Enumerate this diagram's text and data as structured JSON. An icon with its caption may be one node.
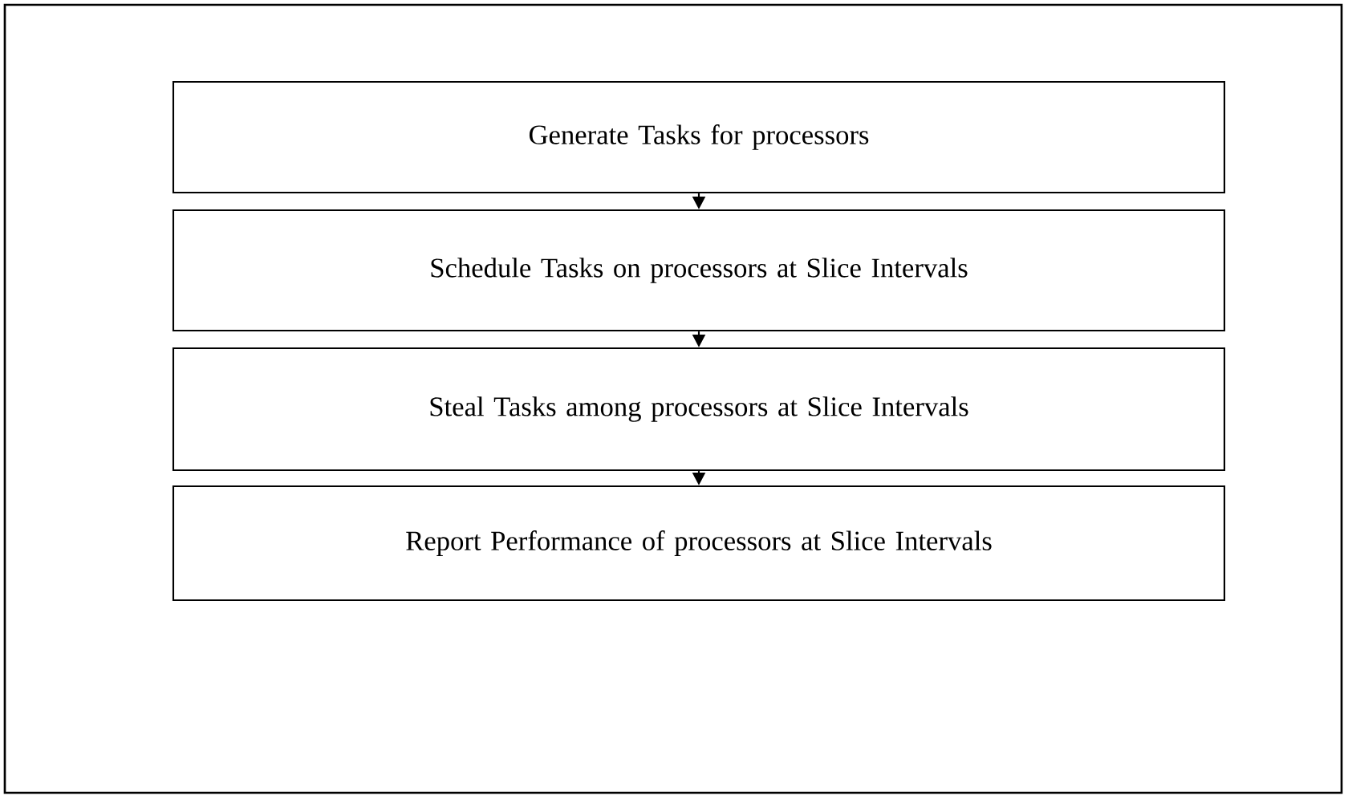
{
  "diagram": {
    "nodes": [
      {
        "text": [
          "Generate Tasks for processors"
        ]
      },
      {
        "text": [
          "Schedule Tasks on processors at Slice Intervals"
        ]
      },
      {
        "text": [
          "Steal Tasks among processors at Slice Intervals"
        ]
      },
      {
        "text": [
          "Report Performance of processors at Slice Intervals"
        ]
      }
    ],
    "edges": [
      {
        "from": 0,
        "to": 1,
        "arrow": "to"
      },
      {
        "from": 1,
        "to": 2,
        "arrow": "to"
      },
      {
        "from": 2,
        "to": 3,
        "arrow": "to"
      }
    ]
  }
}
